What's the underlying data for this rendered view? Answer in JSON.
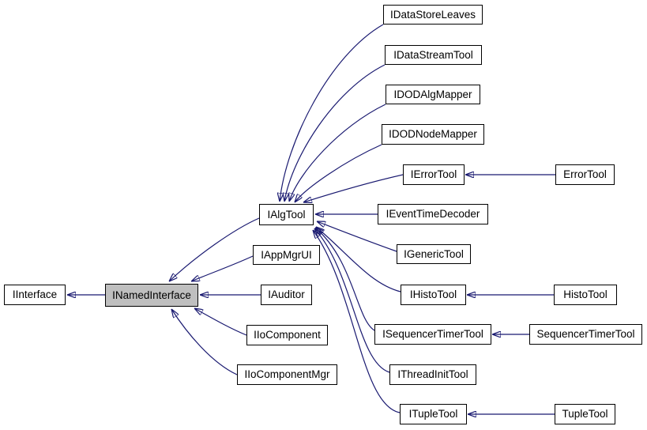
{
  "diagram": {
    "kind": "class-inheritance-graph",
    "background_color": "#ffffff",
    "edge_color": "#191970",
    "node_border_color": "#000000",
    "node_fill_color": "#ffffff",
    "highlighted_node_fill_color": "#bfbfbf",
    "nodes": {
      "iinterface": {
        "label": "IInterface",
        "highlighted": false
      },
      "inamedinterface": {
        "label": "INamedInterface",
        "highlighted": true
      },
      "ialgtool": {
        "label": "IAlgTool",
        "highlighted": false
      },
      "iappmgrui": {
        "label": "IAppMgrUI",
        "highlighted": false
      },
      "iauditor": {
        "label": "IAuditor",
        "highlighted": false
      },
      "iiocomponent": {
        "label": "IIoComponent",
        "highlighted": false
      },
      "iiocomponentmgr": {
        "label": "IIoComponentMgr",
        "highlighted": false
      },
      "idatastoreleaves": {
        "label": "IDataStoreLeaves",
        "highlighted": false
      },
      "idatastreamtool": {
        "label": "IDataStreamTool",
        "highlighted": false
      },
      "idodalgmapper": {
        "label": "IDODAlgMapper",
        "highlighted": false
      },
      "idodnodemapper": {
        "label": "IDODNodeMapper",
        "highlighted": false
      },
      "ierrortool": {
        "label": "IErrorTool",
        "highlighted": false
      },
      "errortool": {
        "label": "ErrorTool",
        "highlighted": false
      },
      "ieventtimedecoder": {
        "label": "IEventTimeDecoder",
        "highlighted": false
      },
      "igenerictool": {
        "label": "IGenericTool",
        "highlighted": false
      },
      "ihistotool": {
        "label": "IHistoTool",
        "highlighted": false
      },
      "histotool": {
        "label": "HistoTool",
        "highlighted": false
      },
      "isequencertimertool": {
        "label": "ISequencerTimerTool",
        "highlighted": false
      },
      "sequencertimertool": {
        "label": "SequencerTimerTool",
        "highlighted": false
      },
      "ithreadinittool": {
        "label": "IThreadInitTool",
        "highlighted": false
      },
      "itupletool": {
        "label": "ITupleTool",
        "highlighted": false
      },
      "tupletool": {
        "label": "TupleTool",
        "highlighted": false
      }
    },
    "relations": [
      {
        "derived": "INamedInterface",
        "base": "IInterface"
      },
      {
        "derived": "IAlgTool",
        "base": "INamedInterface"
      },
      {
        "derived": "IAppMgrUI",
        "base": "INamedInterface"
      },
      {
        "derived": "IAuditor",
        "base": "INamedInterface"
      },
      {
        "derived": "IIoComponent",
        "base": "INamedInterface"
      },
      {
        "derived": "IIoComponentMgr",
        "base": "INamedInterface"
      },
      {
        "derived": "IDataStoreLeaves",
        "base": "IAlgTool"
      },
      {
        "derived": "IDataStreamTool",
        "base": "IAlgTool"
      },
      {
        "derived": "IDODAlgMapper",
        "base": "IAlgTool"
      },
      {
        "derived": "IDODNodeMapper",
        "base": "IAlgTool"
      },
      {
        "derived": "IErrorTool",
        "base": "IAlgTool"
      },
      {
        "derived": "IEventTimeDecoder",
        "base": "IAlgTool"
      },
      {
        "derived": "IGenericTool",
        "base": "IAlgTool"
      },
      {
        "derived": "IHistoTool",
        "base": "IAlgTool"
      },
      {
        "derived": "ISequencerTimerTool",
        "base": "IAlgTool"
      },
      {
        "derived": "IThreadInitTool",
        "base": "IAlgTool"
      },
      {
        "derived": "ITupleTool",
        "base": "IAlgTool"
      },
      {
        "derived": "ErrorTool",
        "base": "IErrorTool"
      },
      {
        "derived": "HistoTool",
        "base": "IHistoTool"
      },
      {
        "derived": "SequencerTimerTool",
        "base": "ISequencerTimerTool"
      },
      {
        "derived": "TupleTool",
        "base": "ITupleTool"
      }
    ]
  }
}
